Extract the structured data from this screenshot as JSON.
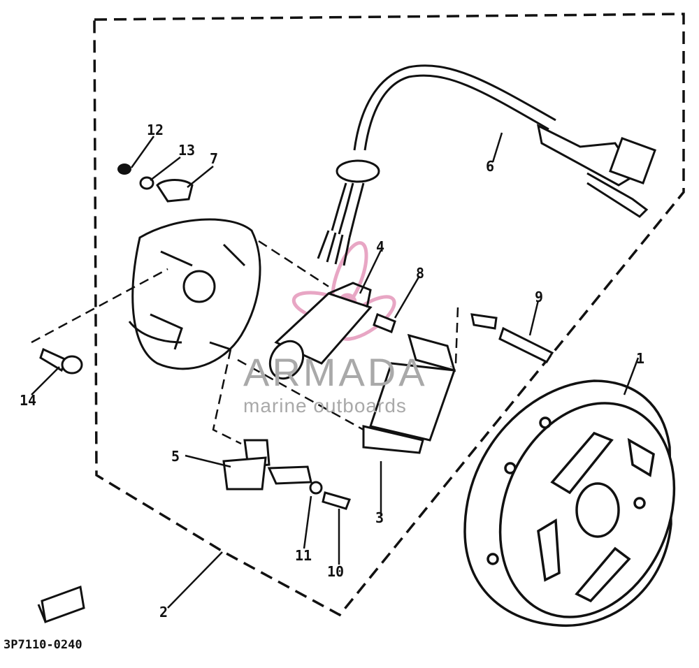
{
  "diagram": {
    "callouts": {
      "c1": "1",
      "c2": "2",
      "c3": "3",
      "c4": "4",
      "c5": "5",
      "c6": "6",
      "c7": "7",
      "c8": "8",
      "c9": "9",
      "c10": "10",
      "c11": "11",
      "c12": "12",
      "c13": "13",
      "c14": "14"
    },
    "drawing_number": "3P7110-0240"
  },
  "watermark": {
    "brand": "ARMADA",
    "tagline": "marine outboards",
    "logo_color": "#e8a6c4"
  },
  "colors": {
    "ink": "#111111",
    "watermark_text": "#a9a9a9"
  }
}
